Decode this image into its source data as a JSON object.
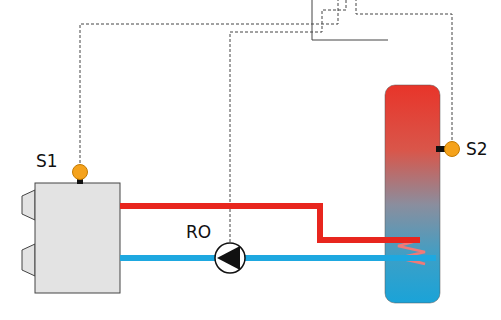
{
  "diagram": {
    "labels": [
      "S1",
      "RO",
      "S2"
    ]
  }
}
